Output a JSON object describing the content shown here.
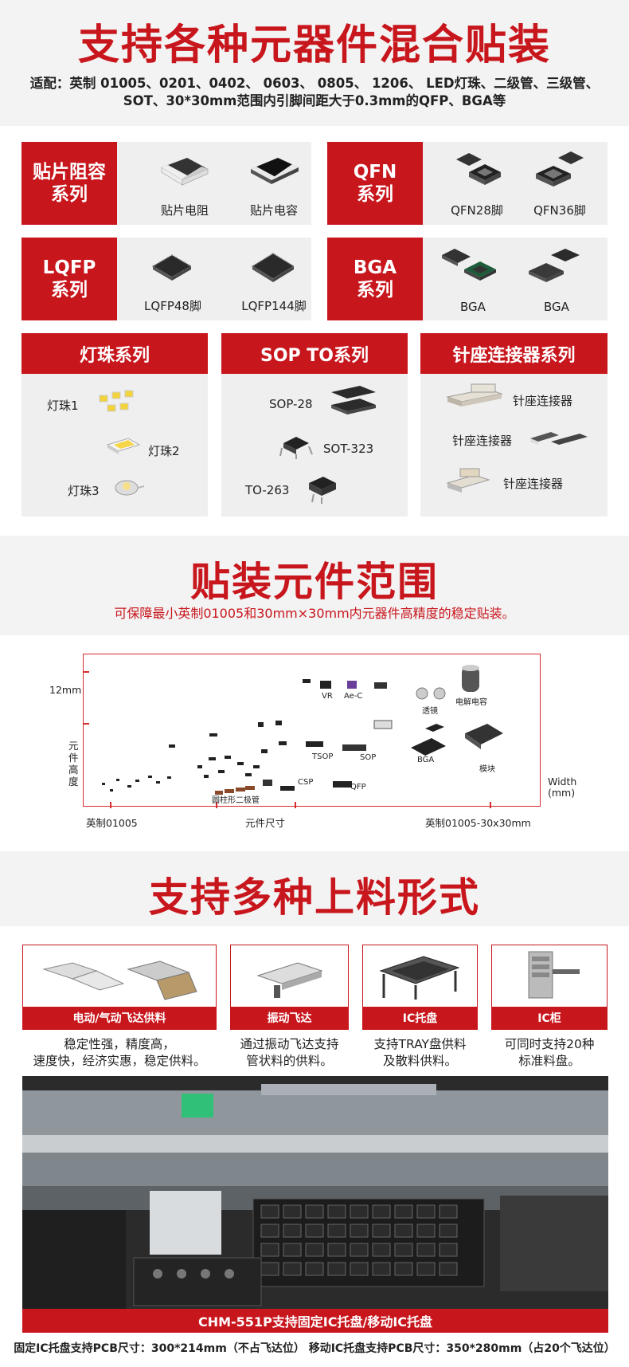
{
  "header": {
    "title": "支持各种元器件混合贴装",
    "subtitle_line1": "适配：英制 01005、0201、0402、 0603、 0805、 1206、 LED灯珠、二级管、三级管、",
    "subtitle_line2": "SOT、30*30mm范围内引脚间距大于0.3mm的QFP、BGA等"
  },
  "cards": [
    {
      "tag": "贴片阻容\n系列",
      "items": [
        "贴片电阻",
        "贴片电容"
      ]
    },
    {
      "tag": "QFN\n系列",
      "items": [
        "QFN28脚",
        "QFN36脚"
      ]
    },
    {
      "tag": "LQFP\n系列",
      "items": [
        "LQFP48脚",
        "LQFP144脚"
      ]
    },
    {
      "tag": "BGA\n系列",
      "items": [
        "BGA",
        "BGA"
      ]
    }
  ],
  "series": {
    "led": {
      "title": "灯珠系列",
      "items": [
        "灯珠1",
        "灯珠2",
        "灯珠3"
      ]
    },
    "sop": {
      "title": "SOP TO系列",
      "items": [
        "SOP-28",
        "SOT-323",
        "TO-263"
      ]
    },
    "pin": {
      "title": "针座连接器系列",
      "items": [
        "针座连接器",
        "针座连接器",
        "针座连接器"
      ]
    }
  },
  "range_section": {
    "title": "贴装元件范围",
    "note": "可保障最小英制01005和30mm×30mm内元器件高精度的稳定贴装。"
  },
  "range_chart": {
    "y_value_label": "12mm",
    "y_axis_label": "元\n件\n高\n度",
    "x_axis_left": "英制01005",
    "x_axis_mid": "元件尺寸",
    "x_axis_right": "英制01005-30x30mm",
    "x_unit": "Width\n(mm)",
    "labels": [
      "VR",
      "Ae-C",
      "透镜",
      "电解电容",
      "TSOP",
      "SOP",
      "BGA",
      "模块",
      "CSP",
      "QFP",
      "圆柱形二极管"
    ]
  },
  "feeding_section": {
    "title": "支持多种上料形式"
  },
  "feeders": [
    {
      "name": "电动/气动飞达供料",
      "desc": "稳定性强，精度高，\n速度快，经济实惠，稳定供料。"
    },
    {
      "name": "振动飞达",
      "desc": "通过振动飞达支持\n管状料的供料。"
    },
    {
      "name": "IC托盘",
      "desc": "支持TRAY盘供料\n及散料供料。"
    },
    {
      "name": "IC柜",
      "desc": "可同时支持20种\n标准料盘。"
    }
  ],
  "photo_caption": "CHM-551P支持固定IC托盘/移动IC托盘",
  "footer": "固定IC托盘支持PCB尺寸：300*214mm（不占飞达位） 移动IC托盘支持PCB尺寸：350*280mm（占20个飞达位）",
  "colors": {
    "brand_red": "#c8161d",
    "band_gray": "#f3f3f3",
    "card_gray": "#efefef"
  }
}
